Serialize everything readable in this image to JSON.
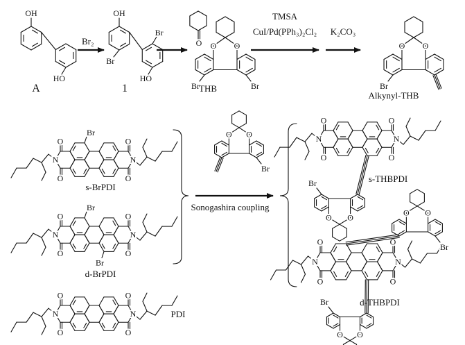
{
  "compounds": {
    "A": "A",
    "c1": "1",
    "THB": "THB",
    "alkynyl": "Alkynyl-THB",
    "sBrPDI": "s-BrPDI",
    "dBrPDI": "d-BrPDI",
    "PDI": "PDI",
    "sTHBPDI": "s-THBPDI",
    "dTHBPDI": "d-THBPDI"
  },
  "reagents": {
    "br2": "Br₂",
    "tmsa": "TMSA",
    "cat": "CuI/Pd(PPh₃)₂Cl₂",
    "base": "K₂CO₃",
    "coupling": "Sonogashira coupling"
  },
  "atoms": {
    "oh": "OH",
    "ho": "HO",
    "br": "Br",
    "o": "O",
    "n": "N"
  }
}
